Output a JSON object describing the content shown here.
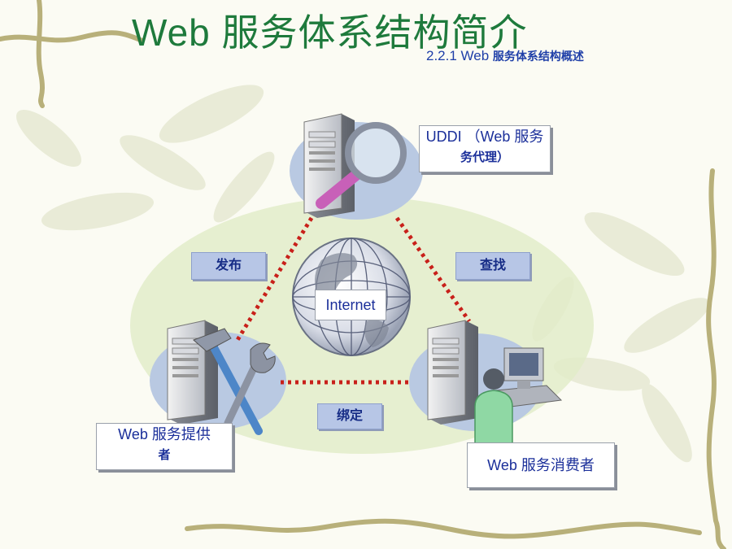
{
  "slide": {
    "title": "Web 服务体系结构简介",
    "subtitle_prefix": "2.2.1 Web",
    "subtitle_bold": "服务体系结构概述"
  },
  "diagram": {
    "broker_label_line1": "UDDI （Web 服务",
    "broker_label_line2": "务代理）",
    "provider_label_line1": "Web 服务提供",
    "provider_label_line2": "者",
    "consumer_label": "Web 服务消费者",
    "center_label": "Internet",
    "edge_publish": "发布",
    "edge_find": "查找",
    "edge_bind": "绑定"
  },
  "colors": {
    "title": "#1e7a3c",
    "text_blue": "#1b2f9a",
    "tag_fill": "#b7c6e6",
    "dotted_line": "#c8201a",
    "ellipse": "#e2ecc9",
    "platform": "#b9c9e2"
  },
  "icons": [
    "vine-border",
    "server-icon",
    "magnifier-icon",
    "hammer-icon",
    "wrench-icon",
    "globe-icon",
    "desktop-computer-icon",
    "person-icon"
  ]
}
